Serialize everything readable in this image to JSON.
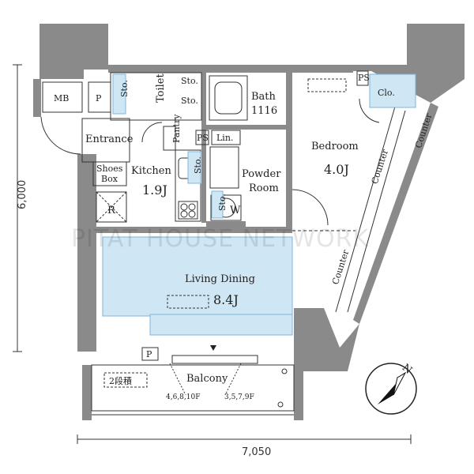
{
  "plan": {
    "watermark": "PITAT HOUSE NETWORK",
    "dimensions": {
      "height": "6,000",
      "width": "7,050"
    },
    "rooms": {
      "mb": "MB",
      "p_top": "P",
      "p_bottom": "P",
      "ps_center": "PS",
      "ps_top_right": "PS",
      "toilet": "Toilet",
      "sto_1": "Sto.",
      "sto_2": "Sto.",
      "sto_3": "Sto.",
      "sto_4": "Sto.",
      "sto_5": "Sto.",
      "bath": "Bath",
      "bath_size": "1116",
      "clo": "Clo.",
      "entrance": "Entrance",
      "shoes_box_1": "Shoes",
      "shoes_box_2": "Box",
      "pantry": "Pantry",
      "lin": "Lin.",
      "kitchen": "Kitchen",
      "kitchen_size": "1.9J",
      "powder_1": "Powder",
      "powder_2": "Room",
      "w": "W",
      "r": "R",
      "bedroom": "Bedroom",
      "bedroom_size": "4.0J",
      "counter_1": "Counter",
      "counter_2": "Counter",
      "counter_3": "Counter",
      "living": "Living Dining",
      "living_size": "8.4J",
      "balcony": "Balcony",
      "steps": "2段積",
      "floors_1": "4,6,8,10F",
      "floors_2": "3,5,7,9F"
    },
    "compass": "N"
  }
}
